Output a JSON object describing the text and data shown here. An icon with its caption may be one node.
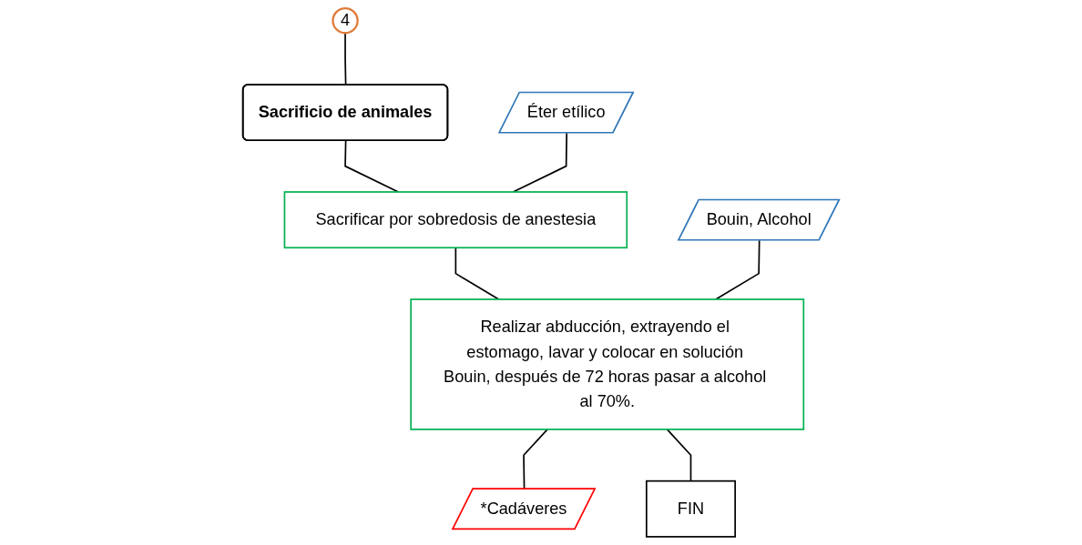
{
  "diagram": {
    "nodes": [
      {
        "text": [
          "4"
        ]
      },
      {
        "text": [
          "Sacrificio de animales"
        ]
      },
      {
        "text": [
          "Éter etílico"
        ]
      },
      {
        "text": [
          "Sacrificar por sobredosis de anestesia"
        ]
      },
      {
        "text": [
          "Bouin, Alcohol"
        ]
      },
      {
        "text": [
          "Realizar abducción, extrayendo el estomago, lavar y colocar en solución Bouin, después de 72 horas pasar a alcohol al 70%."
        ]
      },
      {
        "text": [
          "*Cadáveres"
        ]
      },
      {
        "text": [
          "FIN"
        ]
      }
    ],
    "edges": [
      {
        "from": 0,
        "to": 1,
        "arrow": "none"
      },
      {
        "from": 1,
        "to": 3,
        "arrow": "none"
      },
      {
        "from": 2,
        "to": 3,
        "arrow": "none"
      },
      {
        "from": 3,
        "to": 5,
        "arrow": "none"
      },
      {
        "from": 4,
        "to": 5,
        "arrow": "none"
      },
      {
        "from": 5,
        "to": 6,
        "arrow": "none"
      },
      {
        "from": 5,
        "to": 7,
        "arrow": "none"
      }
    ]
  }
}
